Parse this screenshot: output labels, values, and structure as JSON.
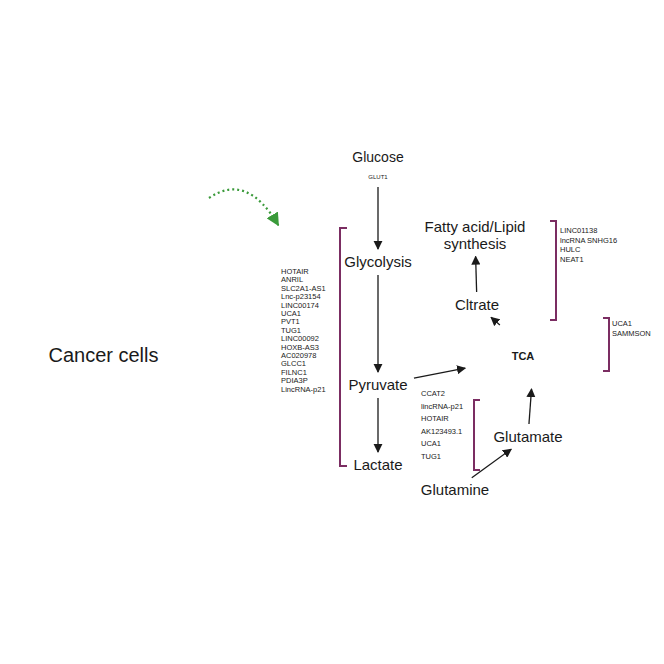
{
  "diagram": {
    "nodes": [
      {
        "text": [
          "Cancer cells"
        ]
      },
      {
        "text": []
      },
      {
        "text": [
          "Glucose"
        ]
      },
      {
        "text": [
          "GLUT1"
        ],
        "in": 1
      },
      {
        "text": [
          "Glycolysis"
        ],
        "in": 1
      },
      {
        "text": [
          "Pyruvate"
        ],
        "in": 1
      },
      {
        "text": [
          "Lactate"
        ],
        "in": 1
      },
      {
        "text": [],
        "in": 1
      },
      {
        "text": [
          "TCA"
        ],
        "in": 7
      },
      {
        "text": [
          "Cltrate"
        ],
        "in": 1
      },
      {
        "text": [
          "Fatty acid/Lipid synthesis"
        ],
        "in": 1
      },
      {
        "text": [
          "Glutamate"
        ],
        "in": 1
      },
      {
        "text": [
          "Glutamine"
        ],
        "in": 1
      }
    ],
    "edges": [
      {
        "from": 0,
        "to": 1,
        "arrow": "to"
      },
      {
        "from": 3,
        "to": 4,
        "arrow": "to"
      },
      {
        "from": 4,
        "to": 5,
        "arrow": "to"
      },
      {
        "from": 5,
        "to": 6,
        "arrow": "to"
      },
      {
        "from": 5,
        "to": 7,
        "arrow": "to"
      },
      {
        "from": 7,
        "to": 9,
        "arrow": "to"
      },
      {
        "from": 9,
        "to": 10,
        "arrow": "to"
      },
      {
        "from": 12,
        "to": 11,
        "arrow": "to"
      },
      {
        "from": 11,
        "to": 7,
        "arrow": "to"
      }
    ],
    "labels": [
      "HOTAIR",
      "ANRIL",
      "SLC2A1-AS1",
      "Lnc-p23154",
      "LINC00174",
      "UCA1",
      "PVT1",
      "TUG1",
      "LINC00092",
      "HOXB-AS3",
      "AC020978",
      "GLCC1",
      "FILNC1",
      "PDIA3P",
      "LincRNA-p21",
      "CCAT2",
      "lincRNA-p21",
      "HOTAIR",
      "AK123493.1",
      "UCA1",
      "TUG1",
      "LINC01138",
      "lncRNA SNHG16",
      "HULC",
      "NEAT1",
      "UCA1",
      "SAMMSON"
    ]
  }
}
